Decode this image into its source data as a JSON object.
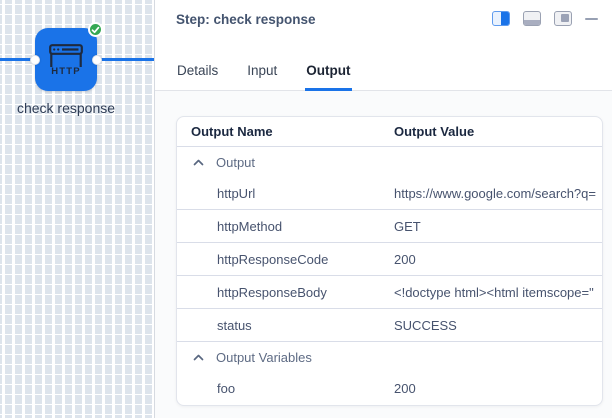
{
  "canvas": {
    "node": {
      "label": "check response",
      "type_label": "HTTP",
      "status": "success"
    }
  },
  "panel": {
    "title": "Step: check response",
    "window_controls": [
      {
        "icon": "layout-split-icon",
        "active": true
      },
      {
        "icon": "layout-bottom-icon",
        "active": false
      },
      {
        "icon": "layout-right-icon",
        "active": false
      },
      {
        "icon": "minimize-icon",
        "active": false
      }
    ],
    "tabs": [
      {
        "label": "Details",
        "active": false
      },
      {
        "label": "Input",
        "active": false
      },
      {
        "label": "Output",
        "active": true
      }
    ],
    "table": {
      "columns": [
        "Output Name",
        "Output Value"
      ],
      "groups": [
        {
          "label": "Output",
          "collapsed": false,
          "rows": [
            {
              "name": "httpUrl",
              "value": "https://www.google.com/search?q="
            },
            {
              "name": "httpMethod",
              "value": "GET"
            },
            {
              "name": "httpResponseCode",
              "value": "200"
            },
            {
              "name": "httpResponseBody",
              "value": "<!doctype html><html itemscope=\""
            },
            {
              "name": "status",
              "value": "SUCCESS"
            }
          ]
        },
        {
          "label": "Output Variables",
          "collapsed": false,
          "rows": [
            {
              "name": "foo",
              "value": "200"
            }
          ]
        }
      ]
    }
  },
  "colors": {
    "accent_blue": "#1a73e8",
    "success_green": "#34a853",
    "node_fill": "#1a73e8",
    "slate_text": "#44546f",
    "divider": "#d9dde8"
  }
}
